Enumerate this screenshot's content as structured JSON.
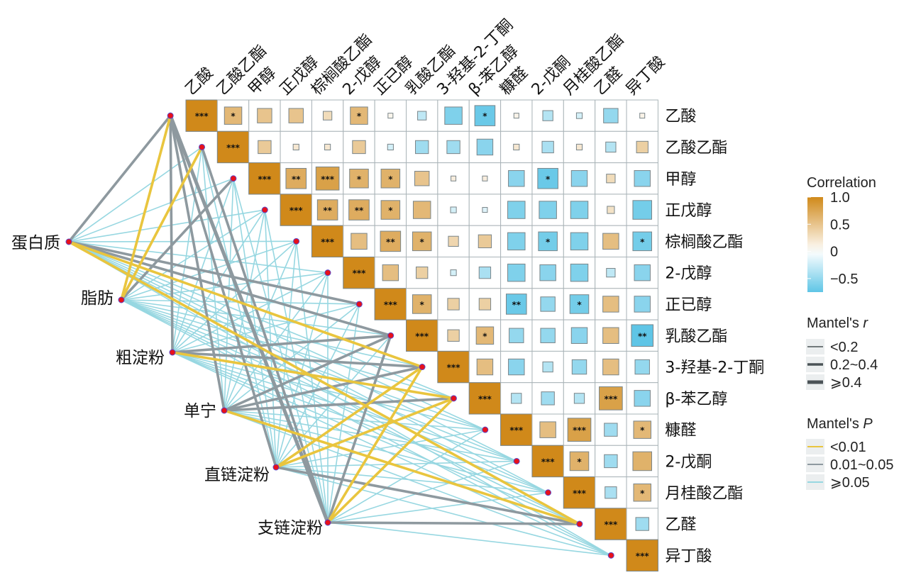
{
  "chart_data": {
    "type": "heatmap",
    "title": "",
    "variables": [
      "乙酸",
      "乙酸乙酯",
      "甲醇",
      "正戊醇",
      "棕榈酸乙酯",
      "2-戊醇",
      "正已醇",
      "乳酸乙酯",
      "3-羟基-2-丁酮",
      "β-苯乙醇",
      "糠醛",
      "2-戊酮",
      "月桂酸乙酯",
      "乙醛",
      "异丁酸"
    ],
    "correlation_upper": [
      [
        1,
        0.6,
        0.5,
        0.5,
        0.3,
        0.6,
        0.08,
        -0.3,
        -0.6,
        -0.7,
        0.1,
        -0.35,
        -0.2,
        -0.5,
        0.1
      ],
      [
        1,
        0.45,
        0.2,
        0.2,
        0.45,
        -0.2,
        -0.45,
        -0.45,
        -0.55,
        0.2,
        -0.4,
        0.2,
        -0.35,
        0.4
      ],
      [
        1,
        0.7,
        0.8,
        0.65,
        0.65,
        0.5,
        0.15,
        0.15,
        -0.55,
        -0.7,
        -0.55,
        0.3,
        -0.55
      ],
      [
        1,
        0.7,
        0.7,
        0.65,
        0.6,
        -0.2,
        -0.15,
        -0.6,
        -0.6,
        -0.6,
        0.25,
        -0.65
      ],
      [
        1,
        0.55,
        0.7,
        0.65,
        0.35,
        0.45,
        -0.6,
        -0.65,
        -0.6,
        0.55,
        -0.65
      ],
      [
        1,
        0.55,
        0.4,
        -0.2,
        -0.4,
        -0.6,
        -0.55,
        -0.6,
        -0.3,
        -0.55
      ],
      [
        1,
        0.65,
        0.4,
        0.4,
        -0.7,
        -0.5,
        -0.65,
        0.55,
        -0.55
      ],
      [
        1,
        0.4,
        0.6,
        -0.5,
        -0.5,
        -0.55,
        0.55,
        -0.75
      ],
      [
        1,
        0.55,
        -0.55,
        -0.35,
        -0.5,
        0.55,
        -0.5
      ],
      [
        1,
        -0.35,
        -0.45,
        -0.35,
        0.8,
        -0.55
      ],
      [
        1,
        0.55,
        0.8,
        -0.45,
        0.6
      ],
      [
        1,
        0.65,
        -0.45,
        0.65
      ],
      [
        1,
        -0.4,
        0.6
      ],
      [
        1,
        -0.45
      ],
      [
        1
      ]
    ],
    "significance_upper": [
      [
        "***",
        "*",
        "",
        "",
        "",
        "*",
        "",
        "",
        "",
        "*",
        "",
        "",
        "",
        "",
        ""
      ],
      [
        "***",
        "",
        "",
        "",
        "",
        "",
        "",
        "",
        "",
        "",
        "",
        "",
        "",
        ""
      ],
      [
        "***",
        "**",
        "***",
        "*",
        "*",
        "",
        "",
        "",
        "",
        "*",
        "",
        "",
        ""
      ],
      [
        "***",
        "**",
        "**",
        "*",
        "",
        "",
        "",
        "",
        "",
        "",
        ""
      ],
      [
        "***",
        "",
        "**",
        "*",
        "",
        "",
        "",
        "*",
        "",
        "",
        "*"
      ],
      [
        "***",
        "",
        "",
        "",
        "",
        "",
        "",
        "",
        "",
        ""
      ],
      [
        "***",
        "*",
        "",
        "",
        "**",
        "",
        "*",
        "",
        ""
      ],
      [
        "***",
        "",
        "*",
        "",
        "",
        "",
        "",
        "**"
      ],
      [
        "***",
        "",
        "",
        "",
        "",
        "",
        ""
      ],
      [
        "***",
        "",
        "",
        "",
        "***",
        ""
      ],
      [
        "***",
        "",
        "***",
        "",
        "*"
      ],
      [
        "***",
        "*",
        "",
        ""
      ],
      [
        "***",
        "",
        "*"
      ],
      [
        "***",
        ""
      ],
      [
        "***"
      ]
    ],
    "color_scale": {
      "title": "Correlation",
      "ticks": [
        "1.0",
        "0.5",
        "0",
        "−0.5"
      ],
      "tick_values": [
        1,
        0.5,
        0,
        -0.5
      ],
      "range": [
        -0.75,
        1
      ],
      "high": "#d0891a",
      "mid": "#ffffff",
      "low": "#5fc5e6"
    },
    "mantel": {
      "env": [
        "蛋白质",
        "脂肪",
        "粗淀粉",
        "单宁",
        "直链淀粉",
        "支链淀粉"
      ],
      "r": [
        [
          0.25,
          0.1,
          0.1,
          0.1,
          0.1,
          0.1,
          0.3,
          0.3,
          0.35,
          0.1,
          0.1,
          0.1,
          0.1,
          0.3,
          0.1
        ],
        [
          0.35,
          0.3,
          0.3,
          0.1,
          0.1,
          0.1,
          0.1,
          0.1,
          0.1,
          0.1,
          0.1,
          0.1,
          0.1,
          0.1,
          0.1
        ],
        [
          0.3,
          0.1,
          0.1,
          0.1,
          0.1,
          0.1,
          0.1,
          0.35,
          0.35,
          0.3,
          0.1,
          0.1,
          0.1,
          0.1,
          0.1
        ],
        [
          0.3,
          0.1,
          0.1,
          0.1,
          0.1,
          0.1,
          0.1,
          0.35,
          0.35,
          0.35,
          0.1,
          0.1,
          0.1,
          0.3,
          0.1
        ],
        [
          0.3,
          0.1,
          0.1,
          0.1,
          0.1,
          0.1,
          0.1,
          0.1,
          0.3,
          0.3,
          0.1,
          0.1,
          0.1,
          0.35,
          0.1
        ],
        [
          0.4,
          0.35,
          0.1,
          0.1,
          0.1,
          0.1,
          0.1,
          0.35,
          0.3,
          0.3,
          0.1,
          0.1,
          0.1,
          0.35,
          0.1
        ]
      ],
      "p": [
        [
          0.03,
          0.3,
          0.3,
          0.3,
          0.3,
          0.3,
          0.03,
          0.03,
          0.005,
          0.3,
          0.3,
          0.3,
          0.3,
          0.005,
          0.3
        ],
        [
          0.005,
          0.005,
          0.03,
          0.3,
          0.3,
          0.3,
          0.3,
          0.3,
          0.3,
          0.3,
          0.3,
          0.3,
          0.3,
          0.3,
          0.3
        ],
        [
          0.03,
          0.3,
          0.3,
          0.3,
          0.3,
          0.3,
          0.3,
          0.03,
          0.03,
          0.005,
          0.3,
          0.3,
          0.3,
          0.3,
          0.3
        ],
        [
          0.03,
          0.3,
          0.3,
          0.3,
          0.3,
          0.3,
          0.3,
          0.03,
          0.03,
          0.03,
          0.3,
          0.3,
          0.3,
          0.005,
          0.3
        ],
        [
          0.03,
          0.3,
          0.3,
          0.3,
          0.3,
          0.3,
          0.3,
          0.3,
          0.005,
          0.005,
          0.3,
          0.3,
          0.3,
          0.03,
          0.3
        ],
        [
          0.03,
          0.03,
          0.3,
          0.3,
          0.3,
          0.3,
          0.3,
          0.03,
          0.005,
          0.005,
          0.3,
          0.3,
          0.3,
          0.03,
          0.3
        ]
      ]
    },
    "legend_r": {
      "title": "Mantel's ",
      "title_italic": "r",
      "items": [
        "<0.2",
        "0.2~0.4",
        "⩾0.4"
      ]
    },
    "legend_p": {
      "title": "Mantel's ",
      "title_italic": "P",
      "items": [
        "<0.01",
        "0.01~0.05",
        "⩾0.05"
      ],
      "colors": [
        "#e9c53e",
        "#8e999f",
        "#97d7e1"
      ]
    }
  }
}
